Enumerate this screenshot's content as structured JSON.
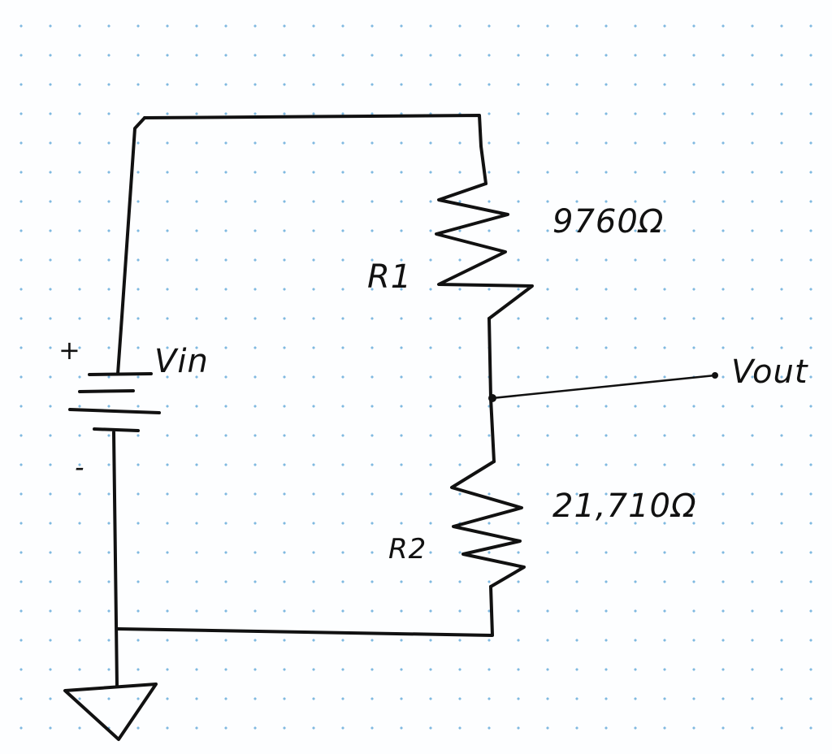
{
  "labels": {
    "r1": "R1",
    "r1_value": "9760Ω",
    "r2": "R2",
    "r2_value": "21,710Ω",
    "vin": "Vin",
    "plus": "+",
    "minus": "-",
    "vout": "Vout"
  },
  "colors": {
    "ink": "#111111",
    "grid_dots": "#7fb9e0"
  }
}
